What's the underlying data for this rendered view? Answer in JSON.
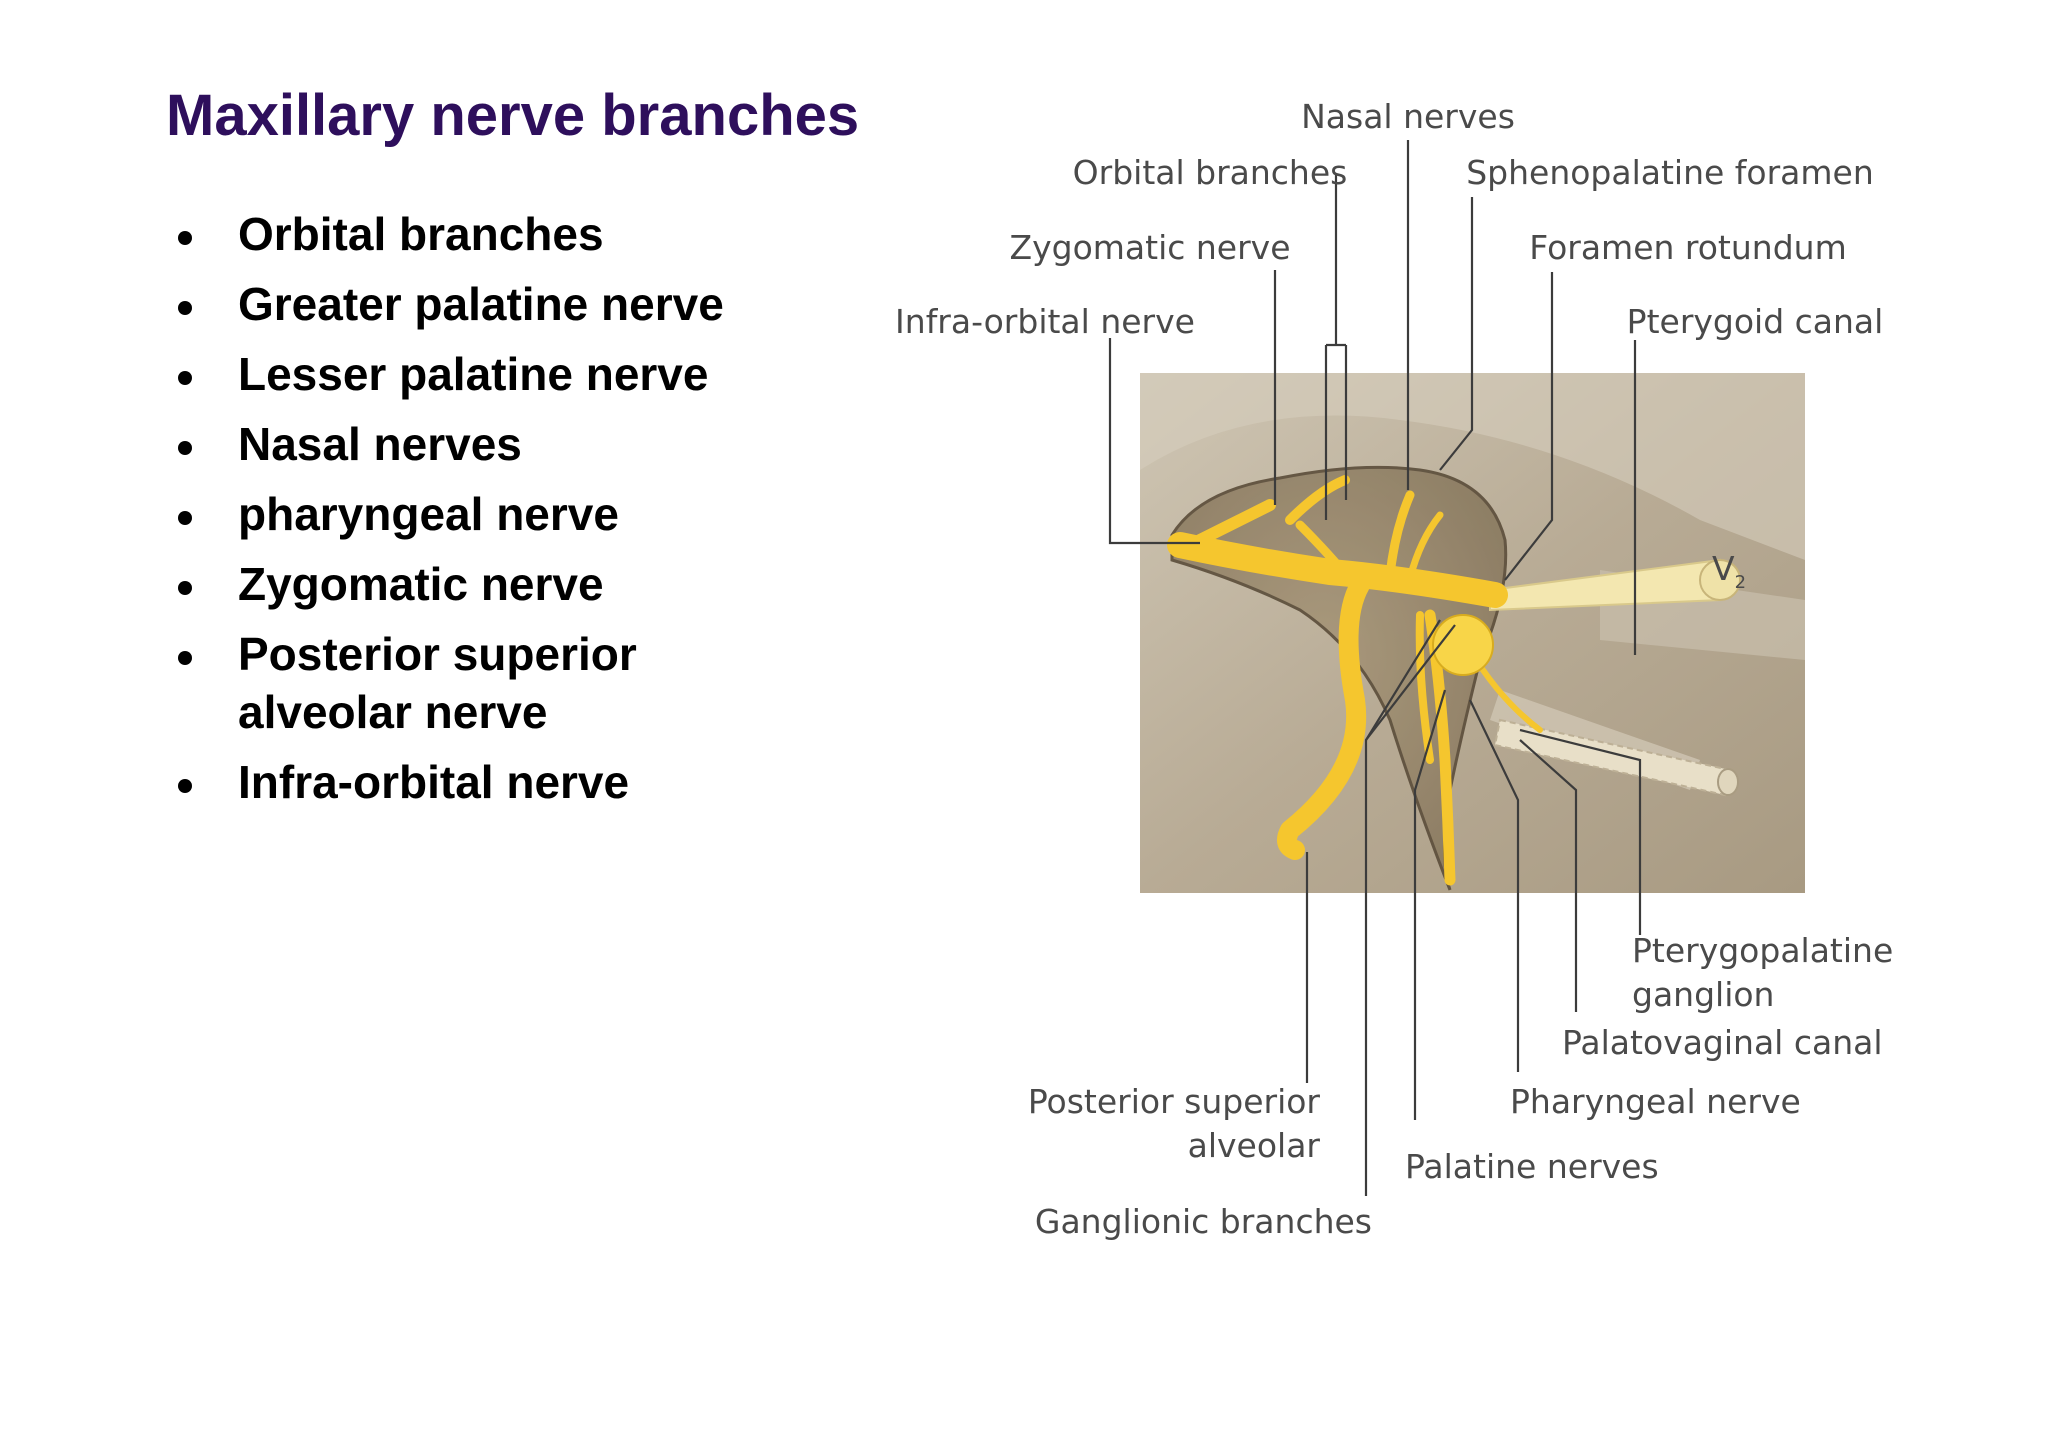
{
  "slide": {
    "title": "Maxillary nerve branches",
    "bullets": [
      "Orbital branches",
      "Greater palatine nerve",
      "Lesser palatine nerve",
      "Nasal nerves",
      "pharyngeal nerve",
      "Zygomatic nerve",
      "Posterior superior alveolar nerve",
      "Infra-orbital nerve"
    ]
  },
  "figure": {
    "labels": {
      "nasal_nerves": "Nasal nerves",
      "orbital_branches": "Orbital branches",
      "sphenopalatine_foramen": "Sphenopalatine foramen",
      "zygomatic_nerve": "Zygomatic nerve",
      "foramen_rotundum": "Foramen rotundum",
      "infraorbital_nerve": "Infra-orbital nerve",
      "pterygoid_canal": "Pterygoid canal",
      "v2": "V",
      "v2_sub": "2",
      "pterygopalatine_ganglion_1": "Pterygopalatine",
      "pterygopalatine_ganglion_2": "ganglion",
      "palatovaginal_canal": "Palatovaginal canal",
      "posterior_superior_alveolar_1": "Posterior superior",
      "posterior_superior_alveolar_2": "alveolar",
      "pharyngeal_nerve": "Pharyngeal nerve",
      "palatine_nerves": "Palatine nerves",
      "ganglionic_branches": "Ganglionic branches"
    },
    "colors": {
      "nerve": "#f5c62e",
      "bone": "#b9ad98",
      "title": "#2e0f5c"
    }
  }
}
